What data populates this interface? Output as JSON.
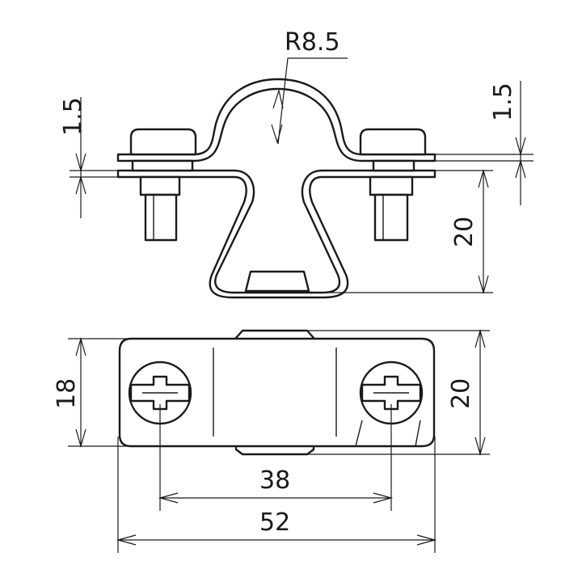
{
  "drawing": {
    "dimensions": {
      "radius": "R8.5",
      "thickness_left": "1.5",
      "thickness_right": "1.5",
      "height_side": "20",
      "width_front": "18",
      "height_front": "20",
      "hole_spacing": "38",
      "overall_length": "52"
    }
  }
}
